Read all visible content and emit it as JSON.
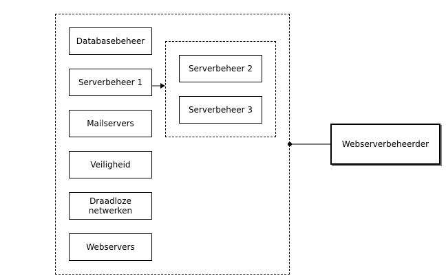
{
  "nodes": {
    "databasebeheer": "Databasebeheer",
    "serverbeheer1": "Serverbeheer 1",
    "mailservers": "Mailservers",
    "veiligheid": "Veiligheid",
    "draadloze_netwerken": "Draadloze\nnetwerken",
    "webservers": "Webservers",
    "serverbeheer2": "Serverbeheer 2",
    "serverbeheer3": "Serverbeheer 3",
    "webserverbeheerder": "Webserverbeheerder"
  },
  "edges": [
    {
      "from": "serverbeheer1",
      "to": "serverbeheer-group",
      "style": "arrow"
    },
    {
      "from": "outer-group",
      "to": "webserverbeheerder",
      "style": "dot-line"
    }
  ]
}
